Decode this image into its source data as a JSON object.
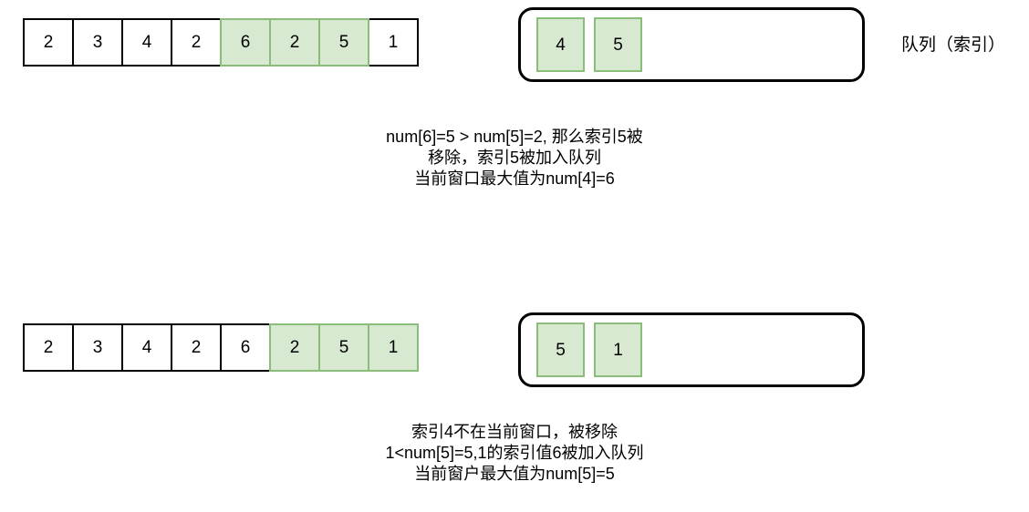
{
  "steps": [
    {
      "array": {
        "name": "window-array-step1",
        "cells": [
          {
            "value": "2",
            "highlighted": false
          },
          {
            "value": "3",
            "highlighted": false
          },
          {
            "value": "4",
            "highlighted": false
          },
          {
            "value": "2",
            "highlighted": false
          },
          {
            "value": "6",
            "highlighted": true
          },
          {
            "value": "2",
            "highlighted": true
          },
          {
            "value": "5",
            "highlighted": true
          },
          {
            "value": "1",
            "highlighted": false
          }
        ]
      },
      "queue": {
        "items": [
          {
            "value": "4"
          },
          {
            "value": "5"
          }
        ],
        "label": "队列（索引）"
      },
      "caption": [
        "num[6]=5  > num[5]=2, 那么索引5被",
        "移除，索引5被加入队列",
        "当前窗口最大值为num[4]=6"
      ]
    },
    {
      "array": {
        "name": "window-array-step2",
        "cells": [
          {
            "value": "2",
            "highlighted": false
          },
          {
            "value": "3",
            "highlighted": false
          },
          {
            "value": "4",
            "highlighted": false
          },
          {
            "value": "2",
            "highlighted": false
          },
          {
            "value": "6",
            "highlighted": false
          },
          {
            "value": "2",
            "highlighted": true
          },
          {
            "value": "5",
            "highlighted": true
          },
          {
            "value": "1",
            "highlighted": true
          }
        ]
      },
      "queue": {
        "items": [
          {
            "value": "5"
          },
          {
            "value": "1"
          }
        ],
        "label": ""
      },
      "caption": [
        "索引4不在当前窗口，被移除",
        "1<num[5]=5,1的索引值6被加入队列",
        "当前窗户最大值为num[5]=5"
      ]
    }
  ],
  "colors": {
    "highlight_fill": "#d7e9d0",
    "highlight_border": "#8bbd7a",
    "cell_border": "#000000",
    "text": "#000000",
    "background": "#ffffff"
  }
}
